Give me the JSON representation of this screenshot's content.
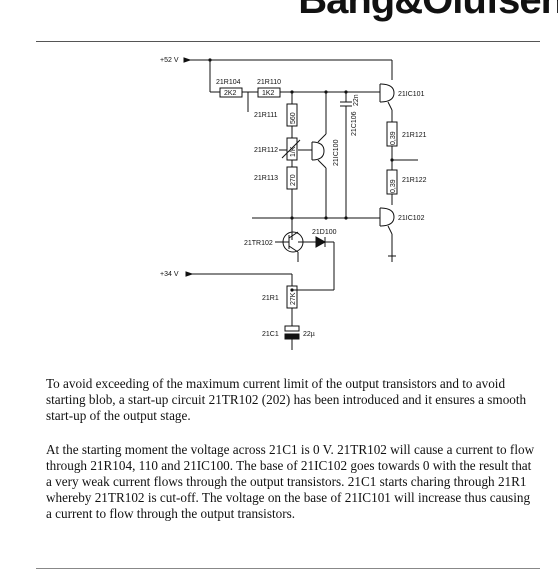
{
  "brand": "Bang&Olufsen",
  "schematic": {
    "supply_52": "+52 V",
    "supply_34": "+34 V",
    "labels": {
      "r104": "21R104",
      "r104_val": "2K2",
      "r110": "21R110",
      "r110_val": "1K2",
      "r111": "21R111",
      "r111_val": "560",
      "r112": "21R112",
      "r112_val": "1/K",
      "r113": "21R113",
      "r113_val": "270",
      "c106": "21C106",
      "c106_val": "22n",
      "ic100": "21IC100",
      "ic101": "21IC101",
      "r121": "21R121",
      "r121_val": "0,39",
      "r122": "21R122",
      "r122_val": "0,39",
      "ic102": "21IC102",
      "d100": "21D100",
      "tr102": "21TR102",
      "r1": "21R1",
      "r1_val": "27K",
      "c1": "21C1",
      "c1_val": "22µ"
    }
  },
  "text": {
    "paragraph1": "To avoid exceeding of the maximum current limit of the output transistors and to avoid starting blob, a start-up circuit 21TR102 (202) has been introduced and it ensures a smooth start-up of the output stage.",
    "paragraph2": "At the starting moment the voltage across 21C1 is 0 V. 21TR102 will cause a current to flow through 21R104, 110 and 21IC100. The base of 21IC102 goes towards 0 with the result that a very weak current flows through the output transistors. 21C1 starts charing through 21R1 whereby 21TR102 is cut-off. The voltage on the base of 21IC101 will increase thus causing a current to flow through the output transistors."
  }
}
